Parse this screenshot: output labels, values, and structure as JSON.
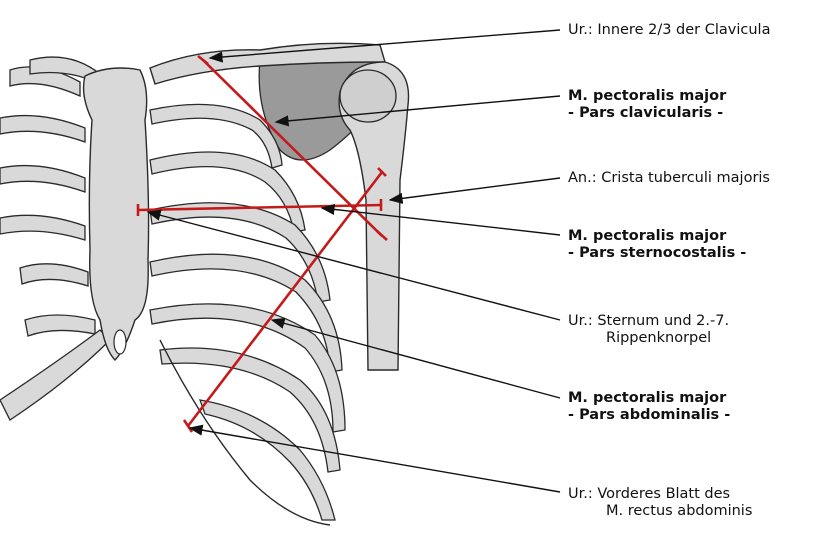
{
  "labels": {
    "clavicula": {
      "line1": "Ur.: Innere 2/3 der Clavicula"
    },
    "pars_clavicularis": {
      "line1": "M. pectoralis major",
      "line2": "- Pars clavicularis -"
    },
    "crista": {
      "line1": "An.: Crista tuberculi majoris"
    },
    "pars_sternocostalis": {
      "line1": "M. pectoralis major",
      "line2": "- Pars sternocostalis -"
    },
    "sternum": {
      "line1": "Ur.: Sternum und 2.-7.",
      "line2": "Rippenknorpel"
    },
    "pars_abdominalis": {
      "line1": "M. pectoralis major",
      "line2": "- Pars abdominalis -"
    },
    "rectus": {
      "line1": "Ur.: Vorderes Blatt des",
      "line2": "M. rectus abdominis"
    }
  },
  "colors": {
    "muscle_line": "#c41a1a",
    "bone_fill": "#d9d9d9",
    "bone_dark": "#9a9a9a",
    "outline": "#2a2a2a"
  }
}
